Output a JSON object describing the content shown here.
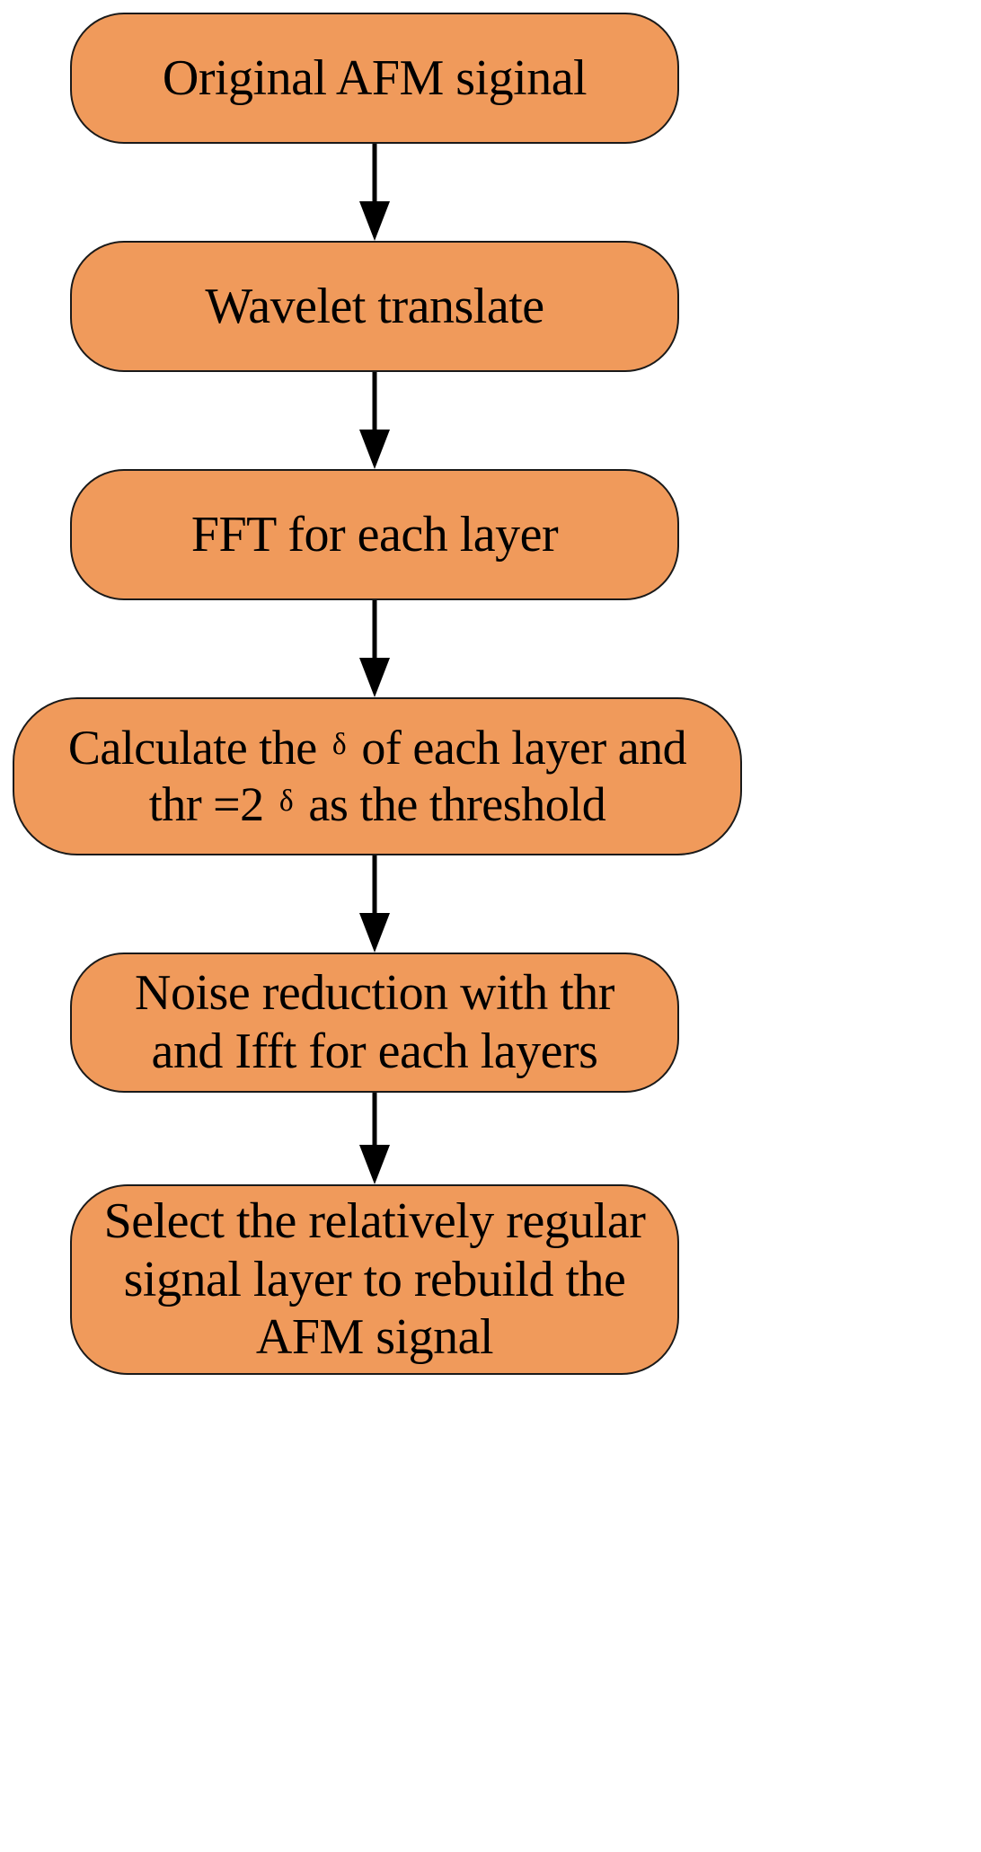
{
  "diagram": {
    "title": "AFM signal wavelet-FFT denoising flowchart",
    "orientation": "top-to-bottom",
    "node_fill_color": "#f09a5b",
    "node_stroke_color": "#1a1a1a",
    "text_color": "#000000",
    "background_color": "#ffffff"
  },
  "nodes": [
    {
      "id": "node-1",
      "shape": "rounded-rectangle",
      "lines": [
        "Original AFM siginal"
      ],
      "text": "Original AFM siginal"
    },
    {
      "id": "node-2",
      "shape": "rounded-rectangle",
      "lines": [
        "Wavelet translate"
      ],
      "text": "Wavelet translate"
    },
    {
      "id": "node-3",
      "shape": "rounded-rectangle",
      "lines": [
        "FFT for each layer"
      ],
      "text": "FFT for each layer"
    },
    {
      "id": "node-4",
      "shape": "rounded-rectangle",
      "lines": [
        "Calculate the δ of each layer and",
        "thr =2 δ as the threshold"
      ],
      "line1_before_delta": "Calculate the",
      "line1_delta": "δ",
      "line1_after_delta": "of each layer and",
      "line2_before_delta": "thr =2",
      "line2_delta": "δ",
      "line2_after_delta": "as the threshold",
      "text": "Calculate the δ of each layer and thr =2 δ as the threshold"
    },
    {
      "id": "node-5",
      "shape": "rounded-rectangle",
      "lines": [
        "Noise reduction with thr",
        "and Ifft for each layers"
      ],
      "text": "Noise reduction with thr and Ifft for each layers"
    },
    {
      "id": "node-6",
      "shape": "rounded-rectangle",
      "lines": [
        "Select the relatively regular",
        "signal layer to rebuild the",
        "AFM signal"
      ],
      "text": "Select the relatively regular signal layer to rebuild the AFM signal"
    }
  ],
  "connectors": [
    {
      "id": "conn-1",
      "from": "node-1",
      "to": "node-2",
      "style": "solid-arrow-down",
      "label": ""
    },
    {
      "id": "conn-2",
      "from": "node-2",
      "to": "node-3",
      "style": "solid-arrow-down",
      "label": ""
    },
    {
      "id": "conn-3",
      "from": "node-3",
      "to": "node-4",
      "style": "solid-arrow-down",
      "label": ""
    },
    {
      "id": "conn-4",
      "from": "node-4",
      "to": "node-5",
      "style": "solid-arrow-down",
      "label": ""
    },
    {
      "id": "conn-5",
      "from": "node-5",
      "to": "node-6",
      "style": "solid-arrow-down",
      "label": ""
    }
  ]
}
